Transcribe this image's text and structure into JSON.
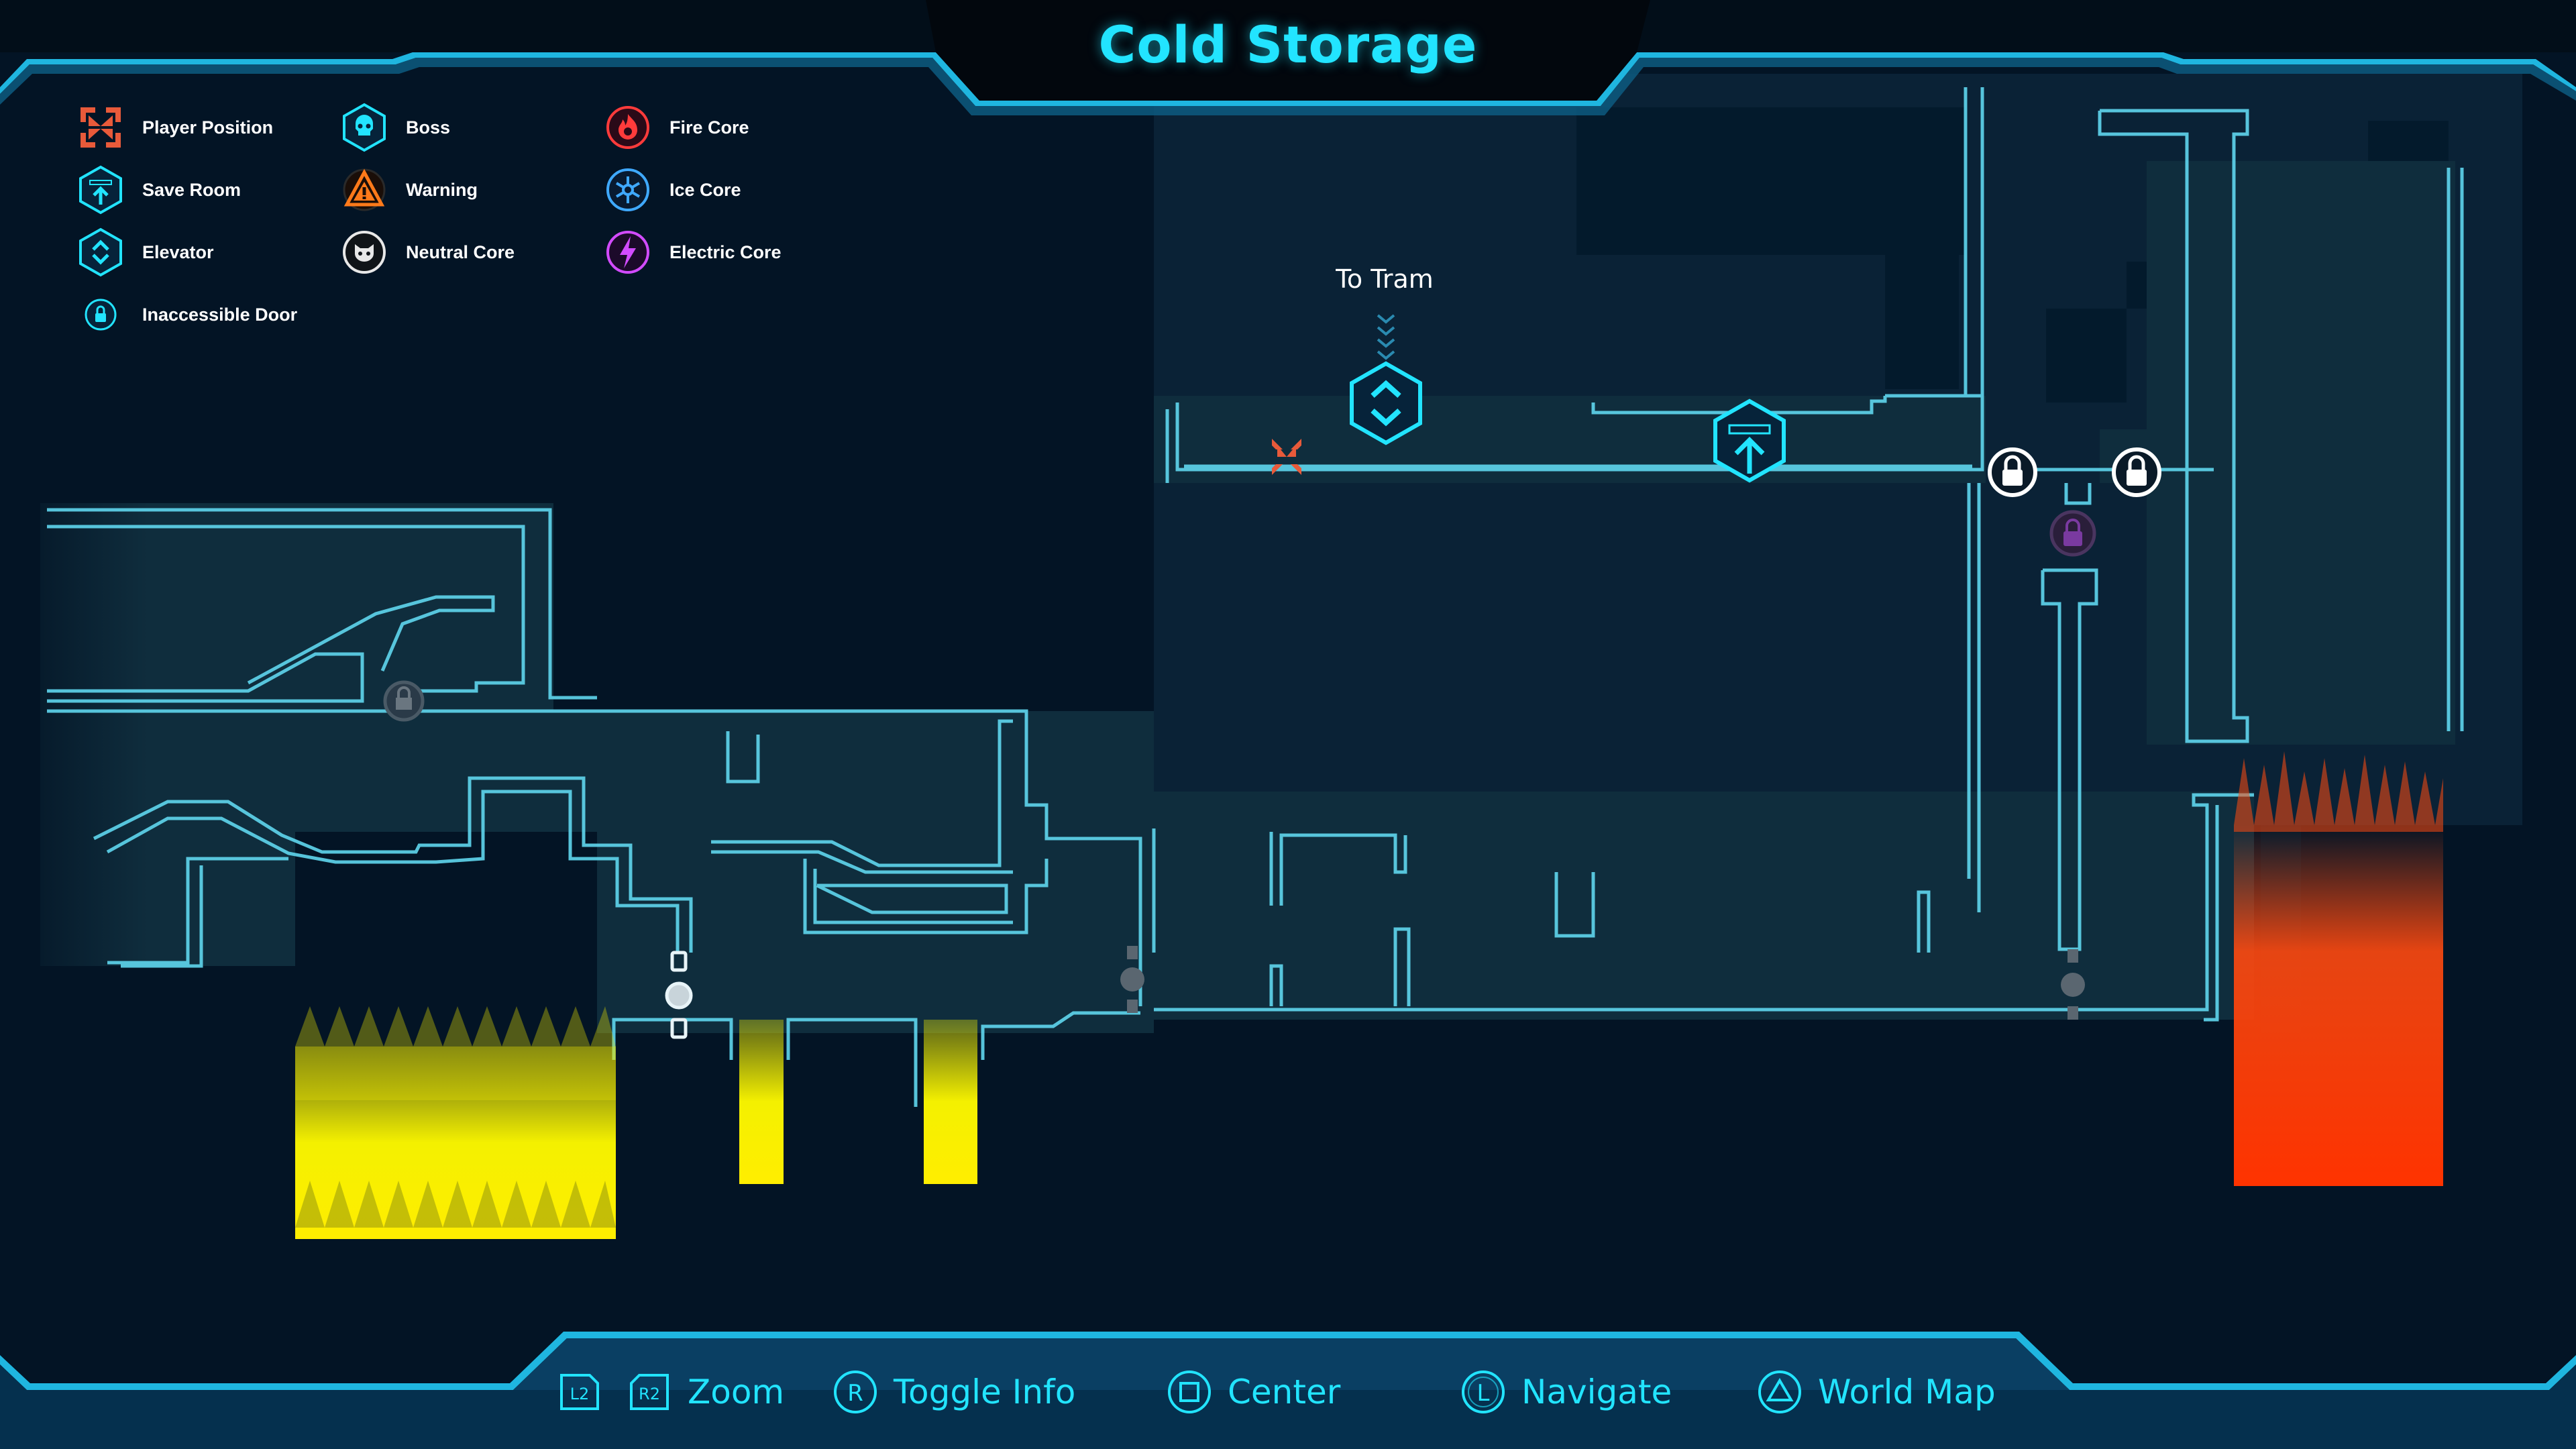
{
  "title": "Cold Storage",
  "legend": {
    "player_position": "Player Position",
    "boss": "Boss",
    "fire_core": "Fire Core",
    "save_room": "Save Room",
    "warning": "Warning",
    "ice_core": "Ice Core",
    "elevator": "Elevator",
    "neutral_core": "Neutral Core",
    "electric_core": "Electric Core",
    "inaccessible_door": "Inaccessible Door"
  },
  "map": {
    "to_tram_label": "To Tram"
  },
  "controls": {
    "l2_glyph": "L2",
    "r2_glyph": "R2",
    "zoom_label": "Zoom",
    "r_glyph": "R",
    "toggle_info_label": "Toggle Info",
    "center_label": "Center",
    "l_glyph": "L",
    "navigate_label": "Navigate",
    "world_map_label": "World Map"
  },
  "colors": {
    "accent": "#22e4ff",
    "background": "#031425",
    "room_fill": "#0f2c3c",
    "wall": "#5fd6ee",
    "fire": "#ff3d00",
    "electric_hazard": "#ffee00",
    "player_marker": "#e85a3a",
    "warning": "#ff7a1a",
    "electric_core": "#d24bff",
    "fire_core": "#ff3b3b",
    "ice_core": "#3fa9ff"
  }
}
